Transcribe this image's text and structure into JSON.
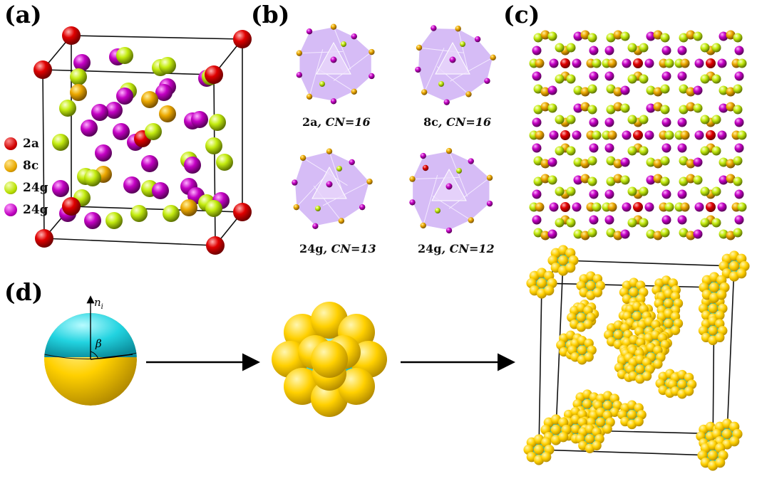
{
  "panels": {
    "a": "(a)",
    "b": "(b)",
    "c": "(c)",
    "d": "(d)"
  },
  "legend": [
    {
      "label": "2a",
      "color": "#e01010"
    },
    {
      "label": "8c",
      "color": "#f0b000"
    },
    {
      "label": "24g",
      "color": "#c8ee10"
    },
    {
      "label": "24g",
      "color": "#c800c8"
    }
  ],
  "polyhedra_captions": [
    {
      "site": "2a",
      "cn_text": ", CN=16"
    },
    {
      "site": "8c",
      "cn_text": ", CN=16"
    },
    {
      "site": "24g",
      "cn_text": ", CN=13"
    },
    {
      "site": "24g",
      "cn_text": ", CN=12"
    }
  ],
  "janus_labels": {
    "normal": "n",
    "normal_sub": "i",
    "angle": "β"
  },
  "colors": {
    "site_2a": "#e01010",
    "site_8c": "#f0b000",
    "site_24g_green": "#c8ee10",
    "site_24g_purple": "#c800c8",
    "polyhedron_face": "#c9a8f0",
    "janus_cap": "#22d3e0",
    "janus_body": "#ffd000"
  }
}
